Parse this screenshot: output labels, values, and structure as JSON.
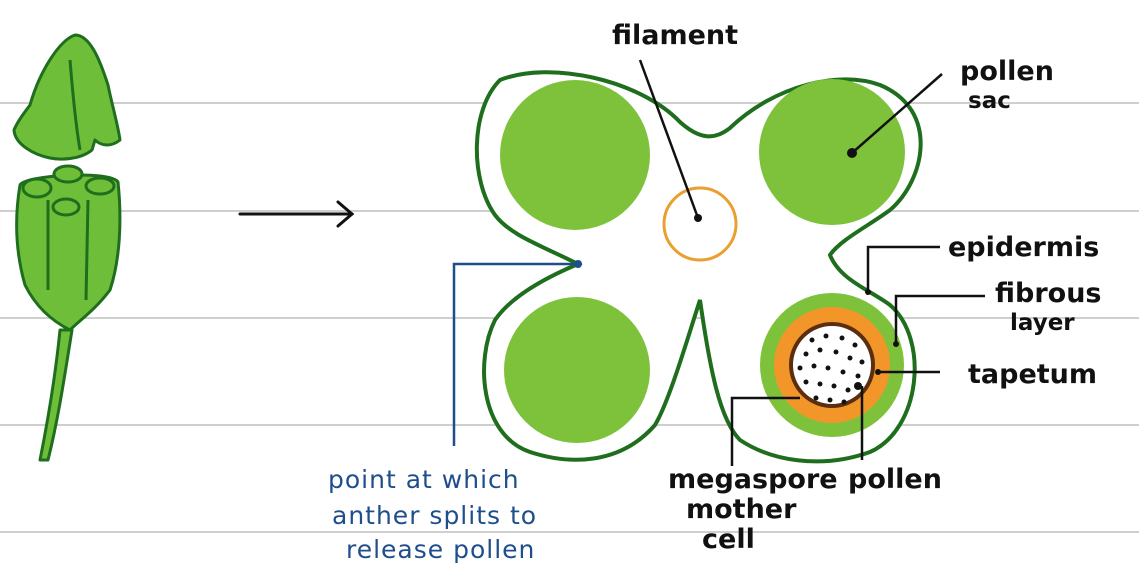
{
  "labels": {
    "filament": "filament",
    "pollen_sac_line1": "pollen",
    "pollen_sac_line2": "sac",
    "epidermis": "epidermis",
    "fibrous_line1": "fibrous",
    "fibrous_line2": "layer",
    "tapetum": "tapetum",
    "megaspore_line1": "megaspore",
    "megaspore_line2": "mother",
    "megaspore_line3": "cell",
    "pollen": "pollen",
    "split_line1": "point at which",
    "split_line2": "anther splits to",
    "split_line3": "release pollen"
  },
  "colors": {
    "leaf_green": "#6fbe3a",
    "light_green": "#7ec23c",
    "outline_green": "#1e6e1e",
    "filament_orange": "#e8a030",
    "tapetum_orange": "#f2962a",
    "split_blue": "#1f4e8c",
    "ruled_line": "#cfcfcf"
  }
}
